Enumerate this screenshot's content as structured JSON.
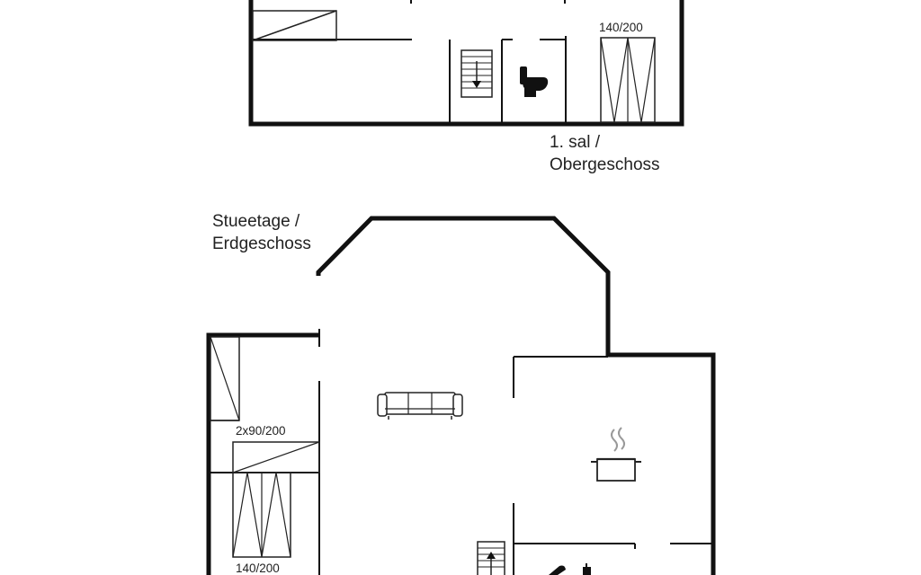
{
  "floors": {
    "upper": {
      "label_line1": "1. sal /",
      "label_line2": "Obergeschoss",
      "bed_double": "140/200"
    },
    "ground": {
      "label_line1": "Stueetage /",
      "label_line2": "Erdgeschoss",
      "bed_twin": "2x90/200",
      "bed_double": "140/200"
    }
  },
  "icons": {
    "upper": [
      "staircase-down-icon",
      "toilet-icon",
      "double-bed-icon"
    ],
    "ground": [
      "sofa-icon",
      "cooking-pot-icon",
      "staircase-up-icon",
      "twin-bed-icon",
      "double-bed-icon",
      "kitchen-appliance-icon"
    ]
  },
  "colors": {
    "wall": "#111111",
    "line": "#222222",
    "fill": "#111111",
    "background": "#ffffff"
  }
}
